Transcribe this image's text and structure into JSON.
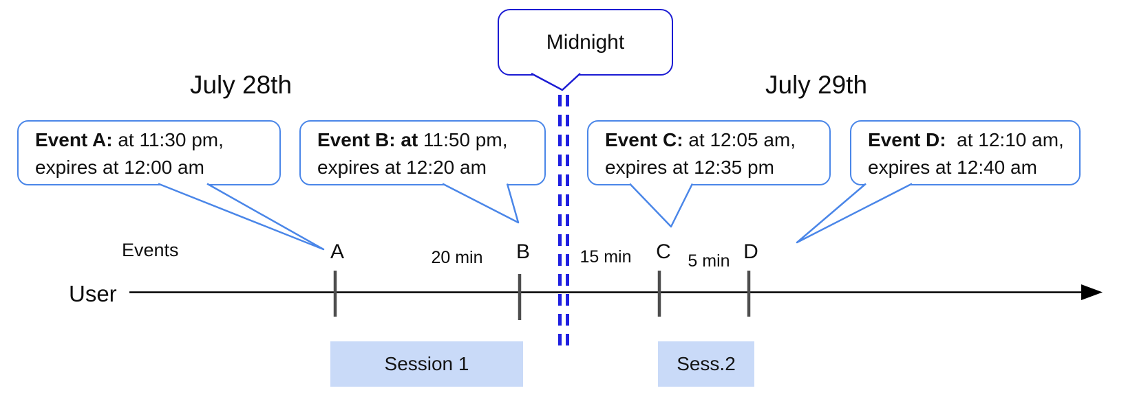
{
  "dates": {
    "left_label": "July 28th",
    "right_label": "July 29th"
  },
  "midnight_callout": {
    "label": "Midnight"
  },
  "axis": {
    "row_label": "User",
    "events_label": "Events"
  },
  "event_callouts": [
    {
      "letter": "A",
      "bold_text": "Event A:",
      "regular_text": " at 11:30 pm,",
      "line2_text": "expires at 12:00 am"
    },
    {
      "letter": "B",
      "bold_text": "Event B: at",
      "regular_text": " 11:50 pm,",
      "line2_text": "expires at 12:20 am"
    },
    {
      "letter": "C",
      "bold_text": "Event C:",
      "regular_text": " at 12:05 am,",
      "line2_text": "expires at 12:35 pm"
    },
    {
      "letter": "D",
      "bold_text": "Event D:",
      "regular_text": "  at 12:10 am,",
      "line2_text": "expires at 12:40 am"
    }
  ],
  "intervals": [
    {
      "label": "20 min",
      "between": "A and B"
    },
    {
      "label": "15 min",
      "between": "B and C"
    },
    {
      "label": "5 min",
      "between": "C and D"
    }
  ],
  "sessions": [
    {
      "label": "Session 1"
    },
    {
      "label": "Sess.2"
    }
  ],
  "colors": {
    "event_callout_border": "#4a86e8",
    "midnight_border": "#1b1bd3",
    "midnight_dash": "#1f1fe0",
    "session_fill": "#c9daf8",
    "timeline": "#000000",
    "tick": "#4d4d4d"
  }
}
